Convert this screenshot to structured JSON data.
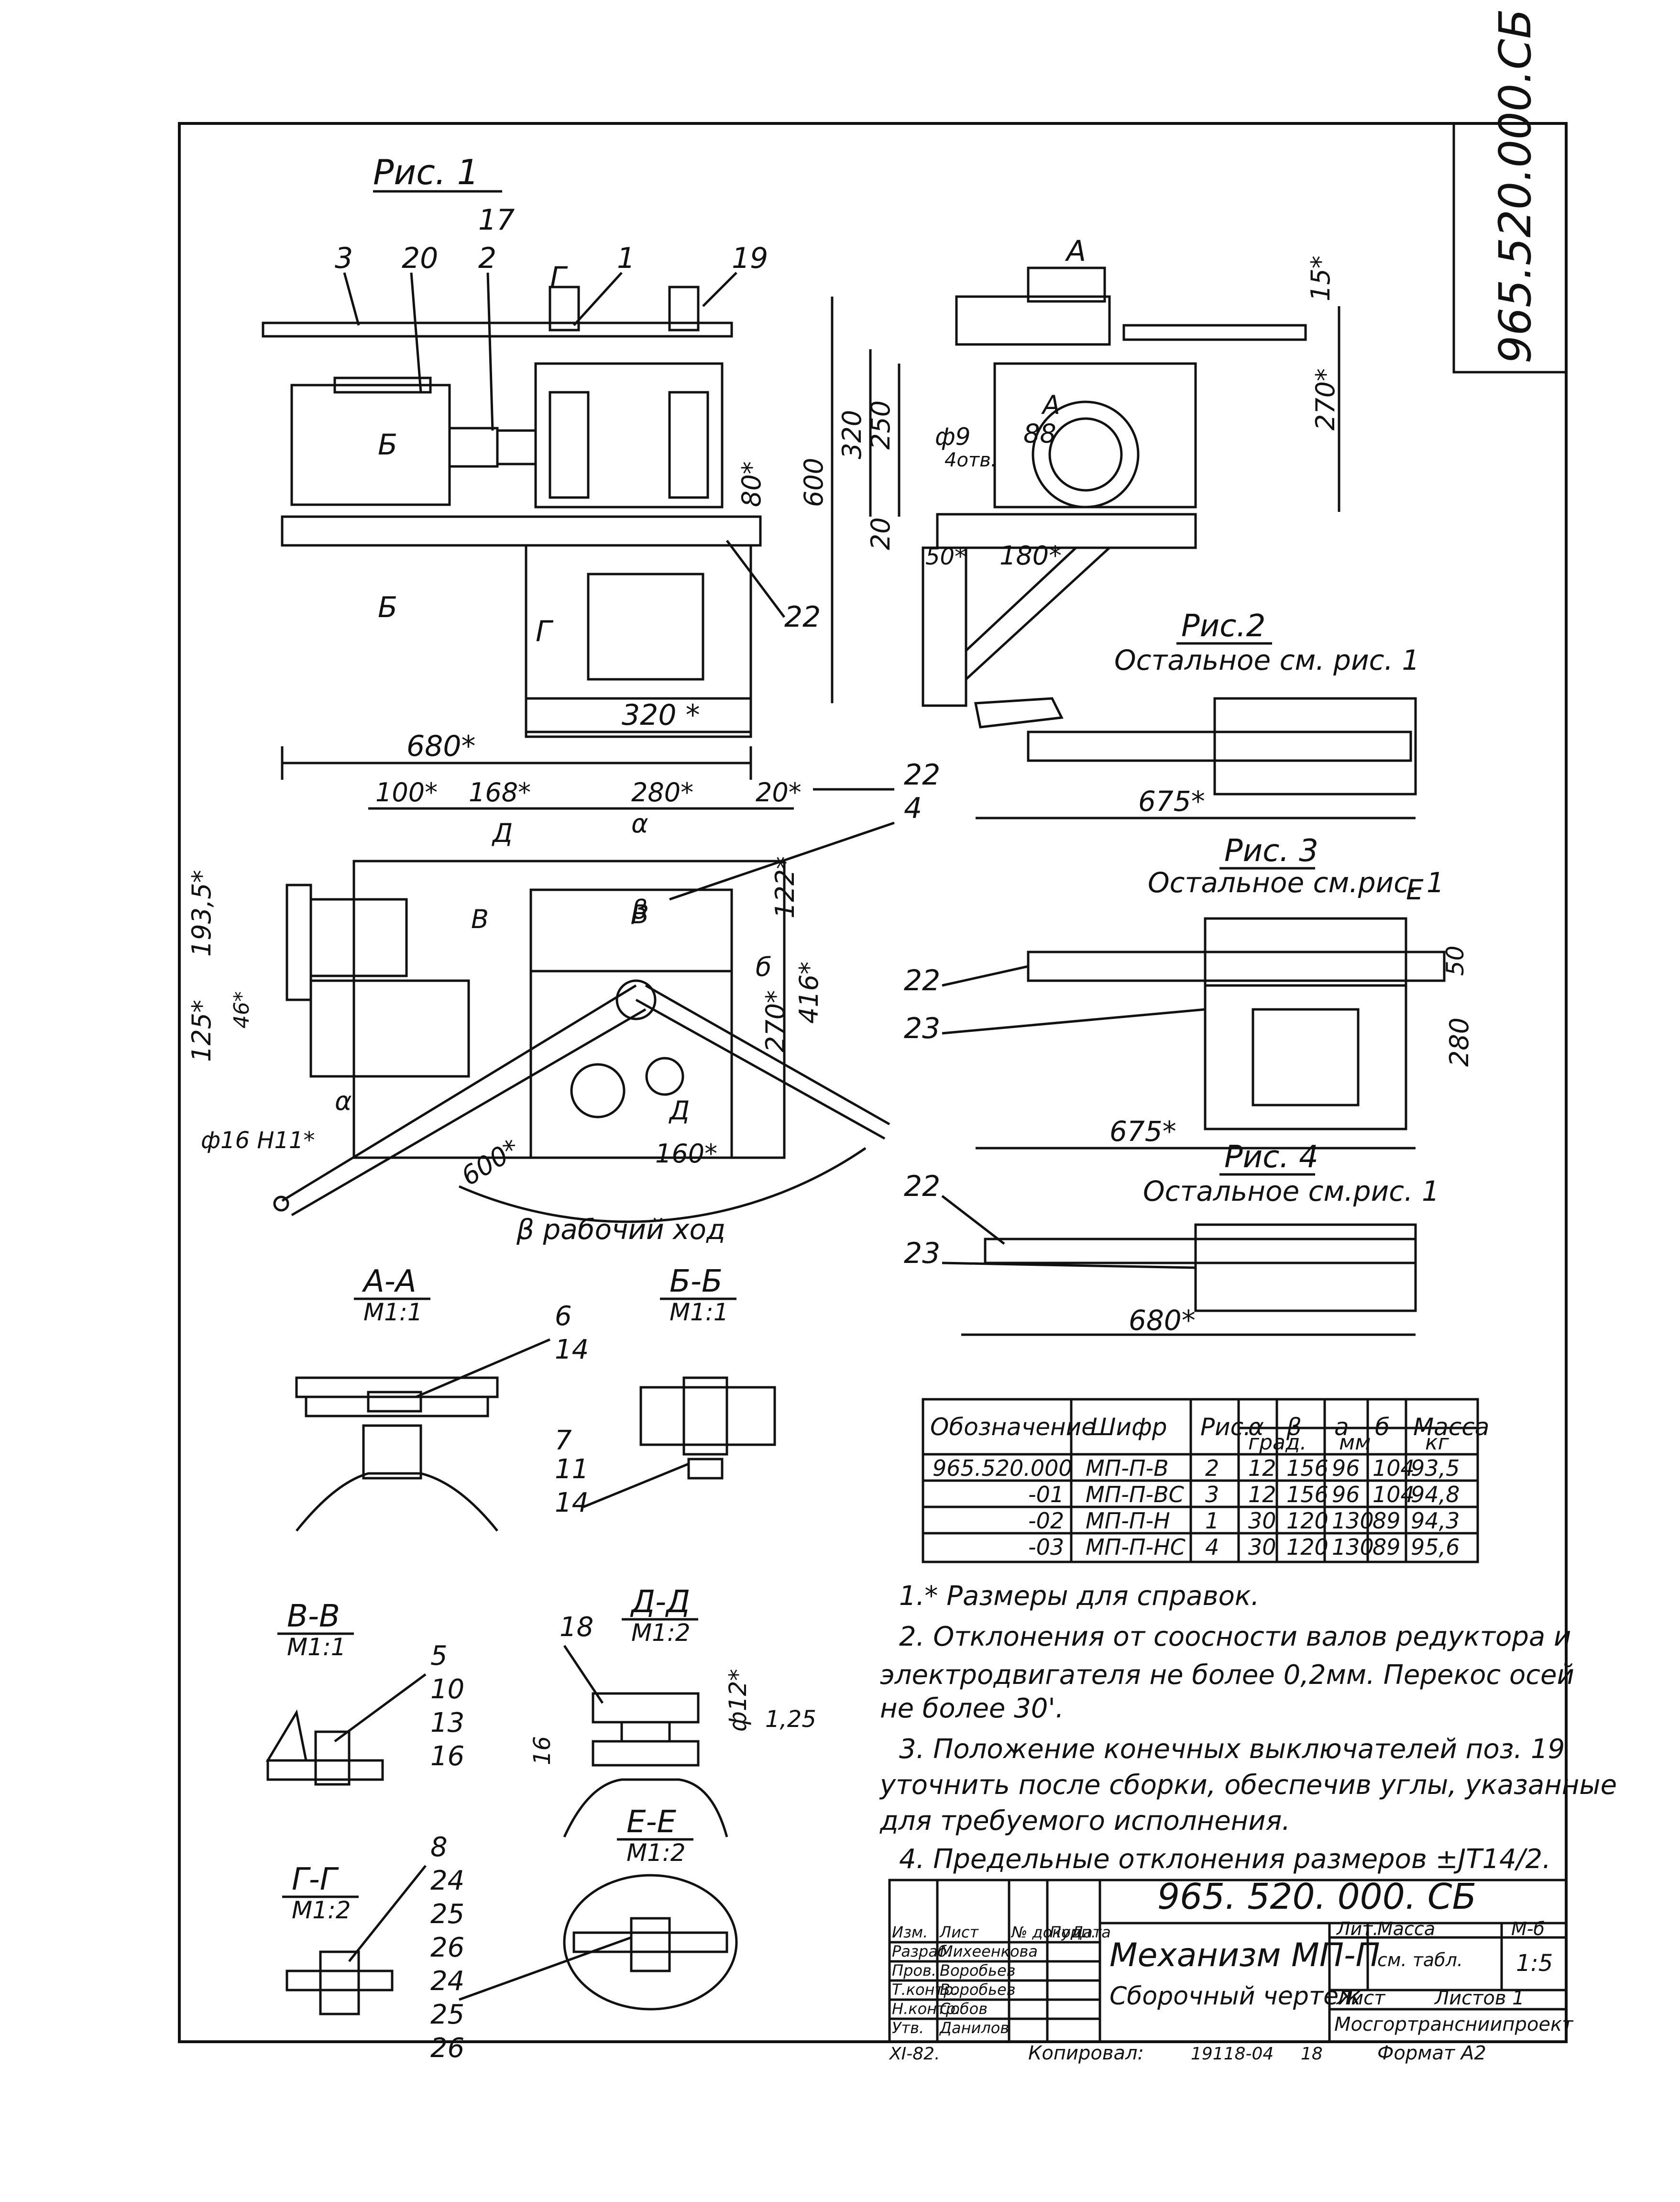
{
  "doc_code": "965.520.000.СБ",
  "doc_code_top": "965.520.000.СБ",
  "figures": {
    "fig1": "Рис. 1",
    "fig2": "Рис.2",
    "fig2_note": "Остальное см. рис. 1",
    "fig3": "Рис. 3",
    "fig3_note": "Остальное см.рис. 1",
    "fig4": "Рис. 4",
    "fig4_note": "Остальное см.рис. 1"
  },
  "fig1_labels": {
    "callouts": [
      "3",
      "20",
      "17",
      "2",
      "1",
      "19",
      "22"
    ],
    "section_marks": [
      "Г",
      "Б",
      "Б",
      "Г",
      "А",
      "А"
    ],
    "dims": [
      "320",
      "600",
      "250",
      "320",
      "20",
      "80*",
      "680*",
      "320 *",
      "88",
      "270*",
      "15*",
      "180*",
      "50*",
      "ф9",
      "4отв."
    ]
  },
  "plan_view": {
    "dims_top": [
      "100*",
      "168*",
      "280*",
      "20*"
    ],
    "alpha": "α",
    "beta": "β",
    "dims_left": [
      "193,5*",
      "125*",
      "46*"
    ],
    "dims_right": [
      "122*",
      "416*",
      "270*",
      "б"
    ],
    "dims_bottom": [
      "160*",
      "600*",
      "ф16 Н11*"
    ],
    "work_stroke": "β рабочий ход",
    "callouts": [
      "22",
      "4"
    ],
    "marks": [
      "Д",
      "Д",
      "В",
      "В"
    ]
  },
  "fig2_labels": {
    "callout": "22",
    "dim": "675*"
  },
  "fig3_labels": {
    "callouts": [
      "22",
      "23"
    ],
    "dim": "675*",
    "dims_side": [
      "50",
      "280"
    ],
    "mark": "Е"
  },
  "fig4_labels": {
    "callouts": [
      "22",
      "23"
    ],
    "dim": "680*"
  },
  "sections": {
    "aa": {
      "title": "А-А",
      "scale": "М1:1",
      "callouts": [
        "6",
        "14"
      ]
    },
    "bb": {
      "title": "Б-Б",
      "scale": "М1:1",
      "callouts": [
        "7",
        "11",
        "14"
      ]
    },
    "vv": {
      "title": "В-В",
      "scale": "М1:1",
      "callouts": [
        "5",
        "10",
        "13",
        "16"
      ]
    },
    "dd": {
      "title": "Д-Д",
      "scale": "М1:2",
      "callouts": [
        "18"
      ],
      "dims": [
        "ф12*",
        "1,25",
        "16"
      ]
    },
    "gg": {
      "title": "Г-Г",
      "scale": "М1:2",
      "callouts": [
        "8",
        "24",
        "25",
        "26"
      ]
    },
    "ee": {
      "title": "Е-Е",
      "scale": "М1:2",
      "callouts": [
        "24",
        "25",
        "26"
      ]
    }
  },
  "spec_table": {
    "headers": [
      "Обозначение",
      "Шифр",
      "Рис.",
      "α",
      "β",
      "а",
      "б",
      "Масса"
    ],
    "subheaders": [
      "град.",
      "мм",
      "кг"
    ],
    "rows": [
      [
        "965.520.000",
        "МП-П-В",
        "2",
        "12",
        "156",
        "96",
        "104",
        "93,5"
      ],
      [
        "-01",
        "МП-П-ВС",
        "3",
        "12",
        "156",
        "96",
        "104",
        "94,8"
      ],
      [
        "-02",
        "МП-П-Н",
        "1",
        "30",
        "120",
        "130",
        "89",
        "94,3"
      ],
      [
        "-03",
        "МП-П-НС",
        "4",
        "30",
        "120",
        "130",
        "89",
        "95,6"
      ]
    ]
  },
  "notes": [
    "1.* Размеры для справок.",
    "2. Отклонения от соосности валов редуктора и",
    "электродвигателя не более 0,2мм. Перекос осей",
    "не более 30'.",
    "3. Положение конечных выключателей поз. 19",
    "уточнить после сборки, обеспечив углы, указанные",
    "для требуемого исполнения.",
    "4. Предельные отклонения размеров ±JT14/2."
  ],
  "title_block": {
    "code": "965. 520. 000. СБ",
    "name": "Механизм МП-П",
    "doc_type": "Сборочный чертеж",
    "lit": "Лит.",
    "mass": "Масса",
    "scale_hdr": "М-б",
    "mass_val": "см. табл.",
    "scale_val": "1:5",
    "sheet": "Лист",
    "sheets": "Листов 1",
    "org": "Мосгортрансниипроект",
    "rows": [
      [
        "Изм.",
        "Лист",
        "№ докум.",
        "Подп.",
        "Дата"
      ],
      [
        "Разраб.",
        "Михеенкова"
      ],
      [
        "Пров.",
        "Воробьев"
      ],
      [
        "Т.контр.",
        "Воробьев"
      ],
      [
        "Н.контр.",
        "Собов"
      ],
      [
        "Утв.",
        "Данилов"
      ]
    ],
    "footer_left": "XI-82.",
    "copied": "Копировал:",
    "inv": "19118-04",
    "sheetnum": "18",
    "format": "Формат А2"
  }
}
